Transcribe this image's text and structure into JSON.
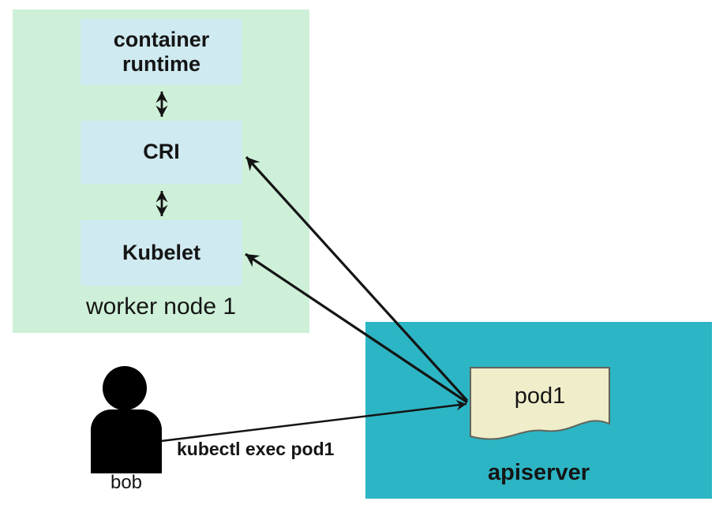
{
  "colors": {
    "worker_node_bg": "#cef0d8",
    "component_bg": "#cfeaf0",
    "apiserver_bg": "#2cb5c4",
    "pod_bg": "#f0edca",
    "pod_border": "#61655c",
    "line": "#141414",
    "text": "#151515"
  },
  "worker_node": {
    "label": "worker node 1",
    "components": [
      {
        "label": "container runtime"
      },
      {
        "label": "CRI"
      },
      {
        "label": "Kubelet"
      }
    ]
  },
  "apiserver": {
    "label": "apiserver",
    "pod_label": "pod1"
  },
  "user": {
    "label": "bob",
    "icon": "person-icon"
  },
  "command_label": "kubectl exec pod1",
  "edges": [
    {
      "name": "pod1-to-cri",
      "arrow": "end"
    },
    {
      "name": "pod1-to-kubelet",
      "arrow": "end"
    },
    {
      "name": "bob-to-pod1",
      "arrow": "end"
    },
    {
      "name": "runtime-cri",
      "arrow": "both"
    },
    {
      "name": "cri-kubelet",
      "arrow": "both"
    }
  ]
}
